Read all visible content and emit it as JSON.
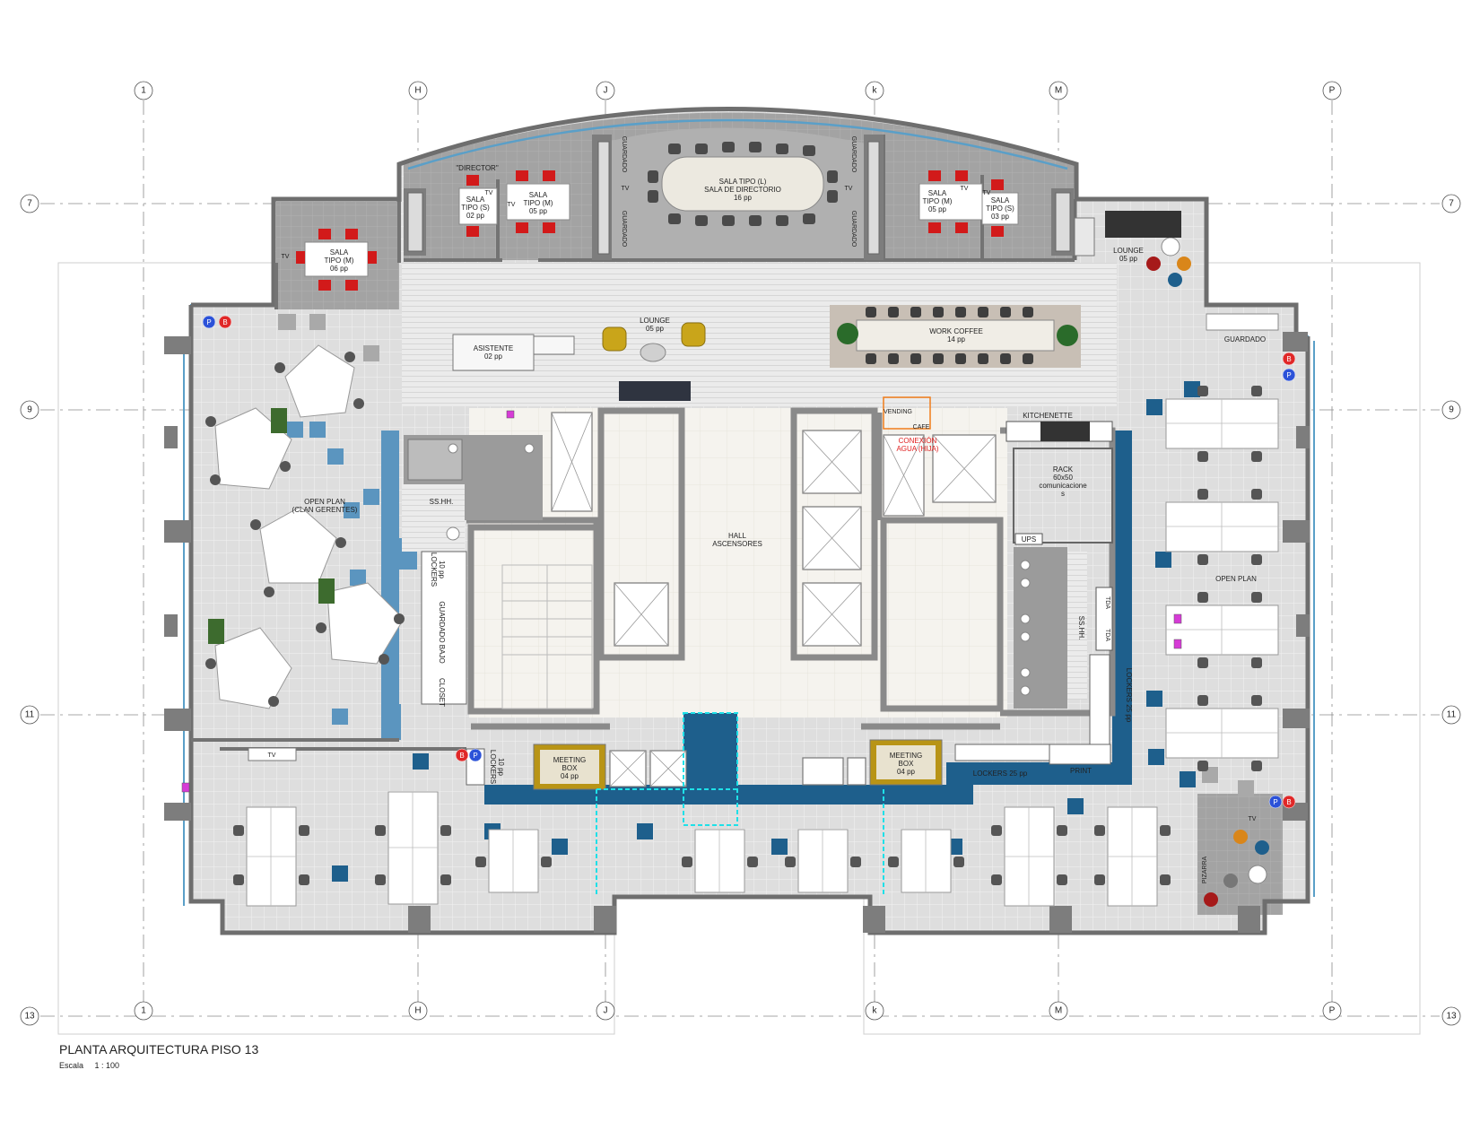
{
  "drawing": {
    "title": "PLANTA ARQUITECTURA PISO 13",
    "scale_label": "Escala",
    "scale_value": "1 : 100"
  },
  "grid": {
    "columns": [
      "1",
      "H",
      "J",
      "k",
      "M",
      "P"
    ],
    "rows": [
      "7",
      "9",
      "11",
      "13"
    ]
  },
  "rooms": {
    "sala_m_left": [
      "SALA",
      "TIPO (M)",
      "06 pp"
    ],
    "director": "\"DIRECTOR\"",
    "sala_s_1": [
      "SALA",
      "TIPO (S)",
      "02 pp"
    ],
    "sala_m_1": [
      "SALA",
      "TIPO (M)",
      "05 pp"
    ],
    "sala_directorio": [
      "SALA TIPO (L)",
      "SALA DE DIRECTORIO",
      "16 pp"
    ],
    "sala_m_2": [
      "SALA",
      "TIPO (M)",
      "05 pp"
    ],
    "sala_s_2": [
      "SALA",
      "TIPO (S)",
      "03 pp"
    ],
    "lounge_right": [
      "LOUNGE",
      "05 pp"
    ],
    "lounge_center": [
      "LOUNGE",
      "05 pp"
    ],
    "asistente": [
      "ASISTENTE",
      "02 pp"
    ],
    "work_coffee": [
      "WORK COFFEE",
      "14 pp"
    ],
    "guardado": "GUARDADO",
    "kitchenette": "KITCHENETTE",
    "vending": "VENDING",
    "cafe": "CAFE",
    "conexion": [
      "CONEXIÓN",
      "AGUA (HIJA)"
    ],
    "rack": [
      "RACK",
      "60x50",
      "comunicacione",
      "s"
    ],
    "ups": "UPS",
    "sshh_left": "SS.HH.",
    "sshh_right": "SS.HH.",
    "tda_1": "TDA",
    "tda_2": "TDA",
    "hall": [
      "HALL",
      "ASCENSORES"
    ],
    "open_plan_left": [
      "OPEN PLAN",
      "(CLAN GERENTES)"
    ],
    "open_plan_right": "OPEN PLAN",
    "lockers_10_a": "LOCKERS",
    "lockers_10_a_pp": "10 pp",
    "guardado_bajo": "GUARDADO BAJO",
    "closet": "CLOSET",
    "lockers_10_b": "LOCKERS",
    "lockers_10_b_pp": "10 pp",
    "meeting_box_1": [
      "MEETING",
      "BOX",
      "04 pp"
    ],
    "meeting_box_2": [
      "MEETING",
      "BOX",
      "04 pp"
    ],
    "lockers_25_h": "LOCKERS 25 pp",
    "lockers_25_v": "LOCKERS 25 pp",
    "print": "PRINT",
    "pizarra": "PIZARRA"
  },
  "markers": {
    "tv": "TV",
    "guardado_v": "GUARDADO",
    "parking": "P",
    "bike": "B"
  },
  "colors": {
    "wall": "#6e6e6e",
    "core_wall": "#8a8a8a",
    "floor_tile": "#dcdcdc",
    "meeting_floor": "#9c9c9c",
    "accent_blue": "#1e5f8c",
    "light_blue": "#5b95bf",
    "chair_red": "#d21a1a",
    "box_gold": "#b89416",
    "marker_blue": "#2c52d8",
    "marker_red": "#e02828"
  }
}
